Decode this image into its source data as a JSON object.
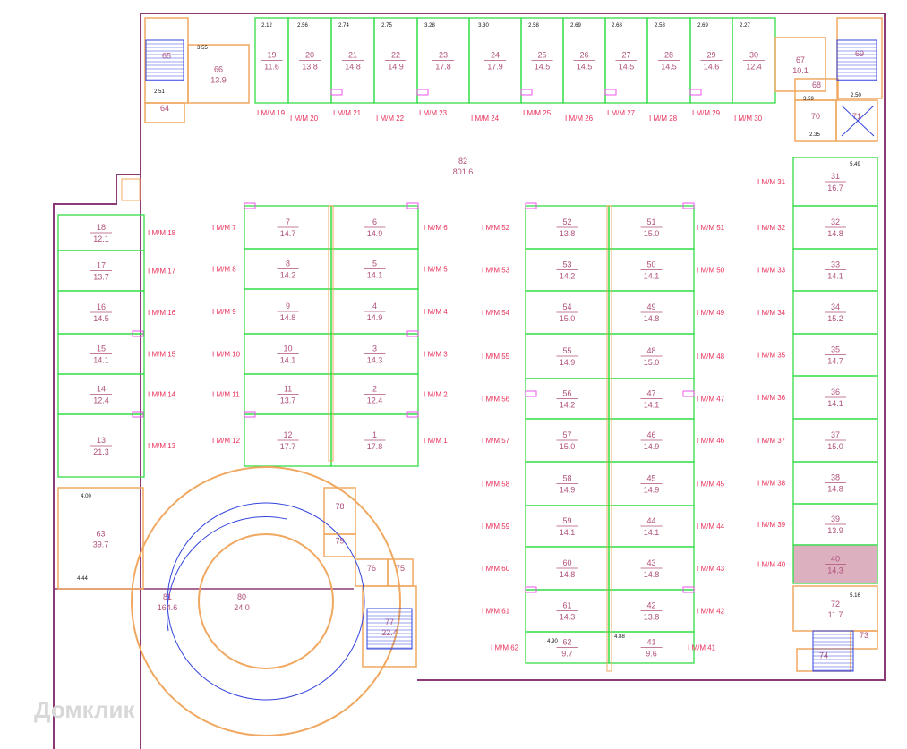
{
  "colors": {
    "wall": "#8b3a78",
    "space": "#33dd44",
    "room": "#f0a860",
    "stair": "#3344dd",
    "label": "#b0507a",
    "mm": "#e8305a",
    "highlight": "#ddb0c0"
  },
  "watermark": "Домклик",
  "mm_prefix": "I M/M",
  "spaces": [
    {
      "n": "19",
      "a": "11.6"
    },
    {
      "n": "20",
      "a": "13.8"
    },
    {
      "n": "21",
      "a": "14.8"
    },
    {
      "n": "22",
      "a": "14.9"
    },
    {
      "n": "23",
      "a": "17.8"
    },
    {
      "n": "24",
      "a": "17.9"
    },
    {
      "n": "25",
      "a": "14.5"
    },
    {
      "n": "26",
      "a": "14.5"
    },
    {
      "n": "27",
      "a": "14.5"
    },
    {
      "n": "28",
      "a": "14.5"
    },
    {
      "n": "29",
      "a": "14.6"
    },
    {
      "n": "30",
      "a": "12.4"
    },
    {
      "n": "18",
      "a": "12.1"
    },
    {
      "n": "17",
      "a": "13.7"
    },
    {
      "n": "16",
      "a": "14.5"
    },
    {
      "n": "15",
      "a": "14.1"
    },
    {
      "n": "14",
      "a": "12.4"
    },
    {
      "n": "13",
      "a": "21.3"
    },
    {
      "n": "7",
      "a": "14.7"
    },
    {
      "n": "8",
      "a": "14.2"
    },
    {
      "n": "9",
      "a": "14.8"
    },
    {
      "n": "10",
      "a": "14.1"
    },
    {
      "n": "11",
      "a": "13.7"
    },
    {
      "n": "12",
      "a": "17.7"
    },
    {
      "n": "6",
      "a": "14.9"
    },
    {
      "n": "5",
      "a": "14.1"
    },
    {
      "n": "4",
      "a": "14.9"
    },
    {
      "n": "3",
      "a": "14.3"
    },
    {
      "n": "2",
      "a": "12.4"
    },
    {
      "n": "1",
      "a": "17.8"
    },
    {
      "n": "52",
      "a": "13.8"
    },
    {
      "n": "53",
      "a": "14.2"
    },
    {
      "n": "54",
      "a": "15.0"
    },
    {
      "n": "55",
      "a": "14.9"
    },
    {
      "n": "56",
      "a": "14.2"
    },
    {
      "n": "57",
      "a": "15.0"
    },
    {
      "n": "58",
      "a": "14.9"
    },
    {
      "n": "59",
      "a": "14.1"
    },
    {
      "n": "60",
      "a": "14.8"
    },
    {
      "n": "61",
      "a": "14.3"
    },
    {
      "n": "62",
      "a": "9.7"
    },
    {
      "n": "51",
      "a": "15.0"
    },
    {
      "n": "50",
      "a": "14.1"
    },
    {
      "n": "49",
      "a": "14.8"
    },
    {
      "n": "48",
      "a": "15.0"
    },
    {
      "n": "47",
      "a": "14.1"
    },
    {
      "n": "46",
      "a": "14.9"
    },
    {
      "n": "45",
      "a": "14.9"
    },
    {
      "n": "44",
      "a": "14.1"
    },
    {
      "n": "43",
      "a": "14.8"
    },
    {
      "n": "42",
      "a": "13.8"
    },
    {
      "n": "41",
      "a": "9.6"
    },
    {
      "n": "31",
      "a": "16.7"
    },
    {
      "n": "32",
      "a": "14.8"
    },
    {
      "n": "33",
      "a": "14.1"
    },
    {
      "n": "34",
      "a": "15.2"
    },
    {
      "n": "35",
      "a": "14.7"
    },
    {
      "n": "36",
      "a": "14.1"
    },
    {
      "n": "37",
      "a": "15.0"
    },
    {
      "n": "38",
      "a": "14.8"
    },
    {
      "n": "39",
      "a": "13.9"
    },
    {
      "n": "40",
      "a": "14.3",
      "selected": true
    }
  ],
  "rooms": [
    {
      "n": "65"
    },
    {
      "n": "66",
      "a": "13.9"
    },
    {
      "n": "64"
    },
    {
      "n": "67",
      "a": "10.1"
    },
    {
      "n": "68"
    },
    {
      "n": "69"
    },
    {
      "n": "70"
    },
    {
      "n": "71"
    },
    {
      "n": "82",
      "a": "801.6"
    },
    {
      "n": "63",
      "a": "39.7"
    },
    {
      "n": "78"
    },
    {
      "n": "79"
    },
    {
      "n": "76"
    },
    {
      "n": "75"
    },
    {
      "n": "77",
      "a": "22.4"
    },
    {
      "n": "80",
      "a": "24.0"
    },
    {
      "n": "81",
      "a": "164.6"
    },
    {
      "n": "72",
      "a": "11.7"
    },
    {
      "n": "73"
    },
    {
      "n": "74"
    }
  ],
  "dims": [
    "2.12",
    "2.56",
    "2.74",
    "2.75",
    "3.28",
    "3.30",
    "2.58",
    "2.69",
    "2.68",
    "2.58",
    "2.69",
    "2.27",
    "3.55",
    "2.51",
    "3.59",
    "2.50",
    "2.35",
    "4.00",
    "4.44",
    "4.90",
    "4.88",
    "5.49",
    "5.16"
  ]
}
